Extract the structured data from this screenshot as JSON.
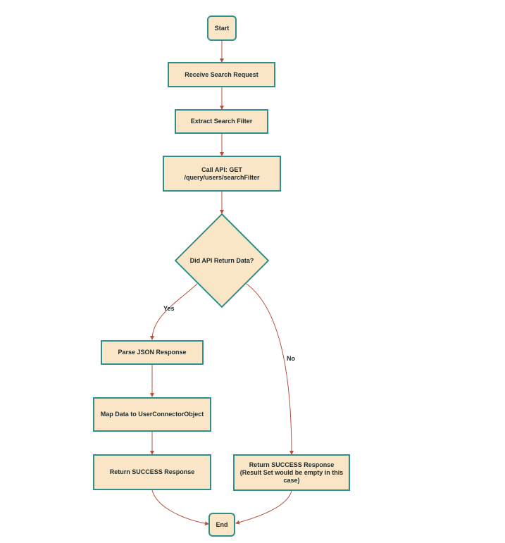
{
  "diagram": {
    "nodes": {
      "start": "Start",
      "receive": "Receive Search Request",
      "extract": "Extract Search Filter",
      "call_api": "Call API: GET\n/query/users/searchFilter",
      "decision": "Did API Return Data?",
      "parse": "Parse JSON Response",
      "map": "Map Data to UserConnectorObject",
      "success_yes": "Return SUCCESS Response",
      "success_no": "Return SUCCESS Response\n(Result Set would be empty in this\ncase)",
      "end": "End"
    },
    "edge_labels": {
      "yes": "Yes",
      "no": "No"
    }
  },
  "colors": {
    "node_fill": "#fae5c6",
    "node_border": "#2f8f8a",
    "connector": "#b5513f"
  }
}
